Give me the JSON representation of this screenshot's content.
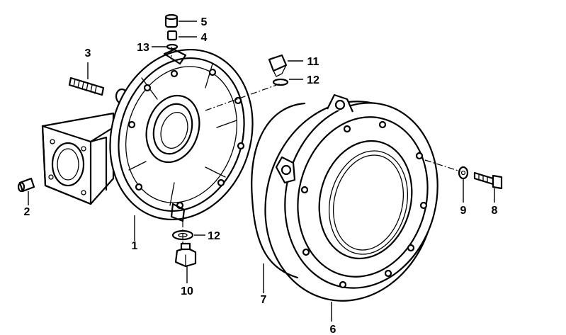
{
  "callouts": [
    {
      "id": "c1",
      "text": "1"
    },
    {
      "id": "c2",
      "text": "2"
    },
    {
      "id": "c3",
      "text": "3"
    },
    {
      "id": "c4",
      "text": "4"
    },
    {
      "id": "c5",
      "text": "5"
    },
    {
      "id": "c6",
      "text": "6"
    },
    {
      "id": "c7",
      "text": "7"
    },
    {
      "id": "c8",
      "text": "8"
    },
    {
      "id": "c9",
      "text": "9"
    },
    {
      "id": "c10",
      "text": "10"
    },
    {
      "id": "c11",
      "text": "11"
    },
    {
      "id": "c12a",
      "text": "12"
    },
    {
      "id": "c12b",
      "text": "12"
    },
    {
      "id": "c13",
      "text": "13"
    }
  ]
}
